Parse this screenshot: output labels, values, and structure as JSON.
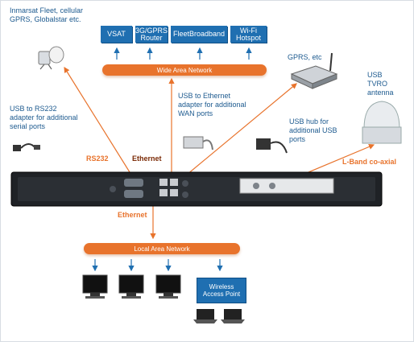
{
  "colors": {
    "accent": "#e8732c",
    "blue": "#1f6fb1",
    "text": "#1d5a8f",
    "dark_orange": "#7a2a05"
  },
  "top_left_note": "Inmarsat Fleet, cellular\nGPRS, Globalstar etc.",
  "wan": {
    "items": [
      "VSAT",
      "3G/GPRS\nRouter",
      "FleetBroadband",
      "Wi-Fi\nHotspot"
    ],
    "bar_label": "Wide Area Network"
  },
  "gprs_label": "GPRS, etc",
  "usb_tvro": "USB\nTVRO\nantenna",
  "usb_rs232": "USB to RS232\nadapter for additional\nserial ports",
  "usb_ethernet": "USB to Ethernet\nadapter for additional\nWAN ports",
  "usb_hub": "USB hub for\nadditional USB\nports",
  "connectors": {
    "rs232": "RS232",
    "ethernet_top": "Ethernet",
    "ethernet_bottom": "Ethernet",
    "lband": "L-Band co-axial"
  },
  "lan": {
    "bar_label": "Local Area Network",
    "wireless_ap": "Wireless\nAccess Point"
  },
  "icons": [
    "satellite-dish-icon",
    "gprs-modem-icon",
    "tvro-dome-icon",
    "usb-serial-cable-icon",
    "usb-ethernet-adapter-icon",
    "usb-hub-icon",
    "monitor-icon",
    "laptop-icon"
  ]
}
